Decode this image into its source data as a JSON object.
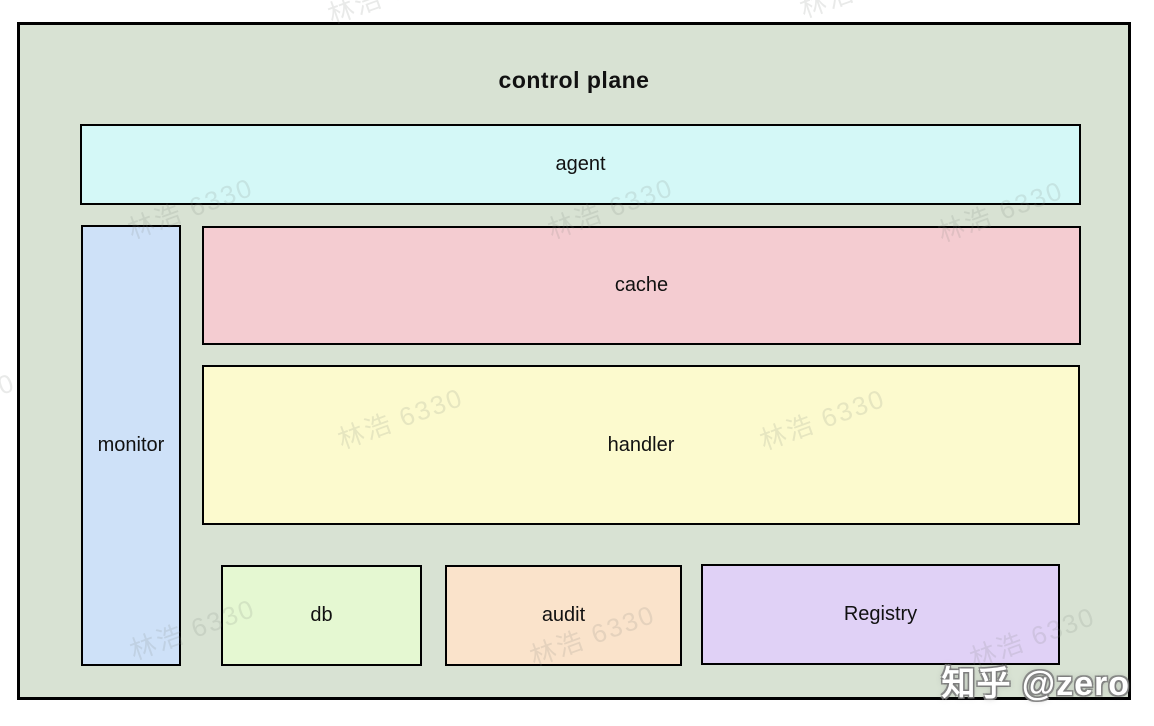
{
  "diagram": {
    "title": "control plane",
    "container_color": "#d8e2d3",
    "border_color": "#000000",
    "nodes": [
      {
        "id": "agent",
        "label": "agent",
        "color": "#d4f8f7"
      },
      {
        "id": "monitor",
        "label": "monitor",
        "color": "#cee1f8"
      },
      {
        "id": "cache",
        "label": "cache",
        "color": "#f4ccd1"
      },
      {
        "id": "handler",
        "label": "handler",
        "color": "#fcface"
      },
      {
        "id": "db",
        "label": "db",
        "color": "#e5f8d2"
      },
      {
        "id": "audit",
        "label": "audit",
        "color": "#fae3cb"
      },
      {
        "id": "registry",
        "label": "Registry",
        "color": "#e0d1f6"
      }
    ]
  },
  "watermarks": {
    "repeat_text": "林浩 6330",
    "credit_text": "知乎 @zero"
  }
}
